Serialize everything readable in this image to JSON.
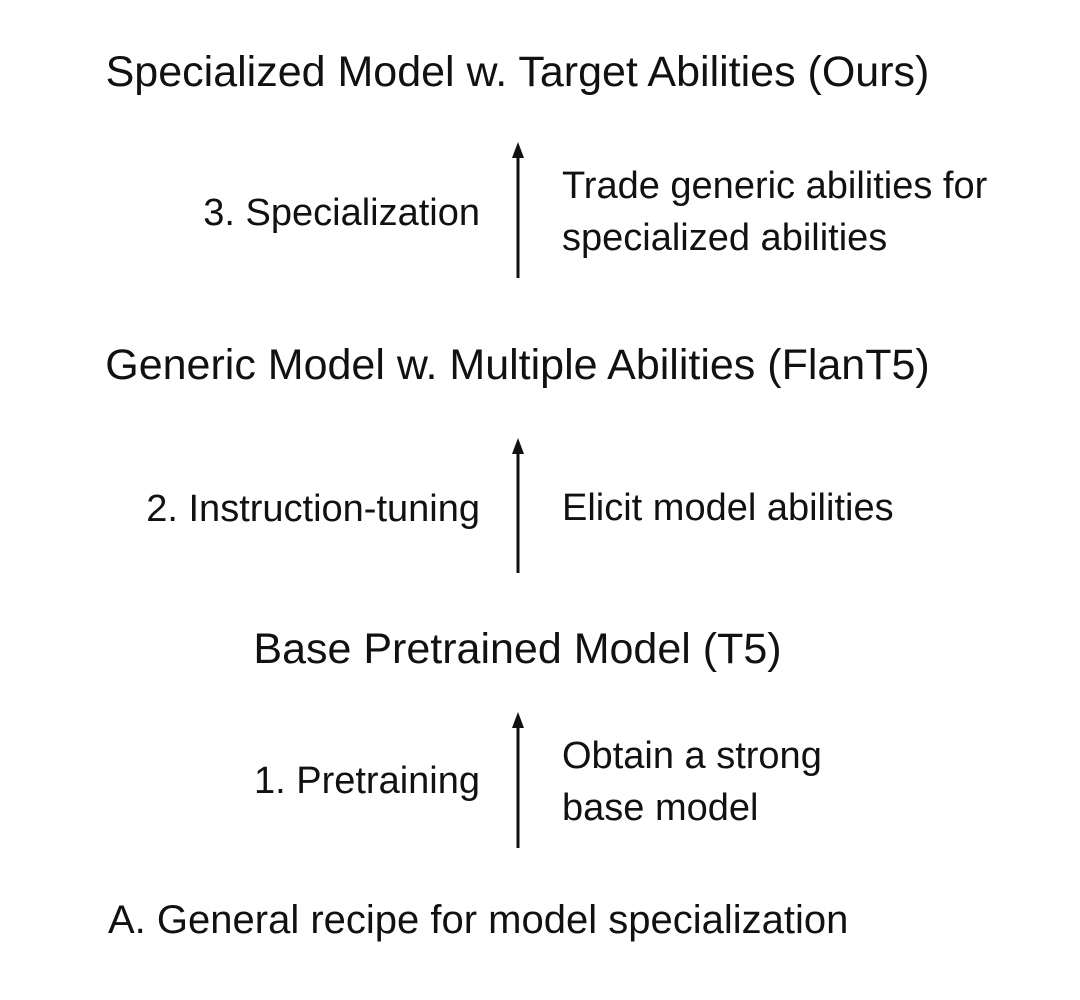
{
  "stages": {
    "top": "Specialized Model w. Target Abilities (Ours)",
    "middle": "Generic Model w. Multiple Abilities (FlanT5)",
    "base": "Base Pretrained Model (T5)"
  },
  "steps": {
    "specialization": {
      "label": "3. Specialization",
      "desc_line1": "Trade generic abilities for",
      "desc_line2": "specialized abilities"
    },
    "instruction_tuning": {
      "label": "2. Instruction-tuning",
      "desc_line1": "Elicit model abilities"
    },
    "pretraining": {
      "label": "1. Pretraining",
      "desc_line1": "Obtain a strong",
      "desc_line2": "base model"
    }
  },
  "caption": "A. General recipe for model specialization",
  "colors": {
    "text": "#111111",
    "arrow": "#111111",
    "background": "#ffffff"
  }
}
